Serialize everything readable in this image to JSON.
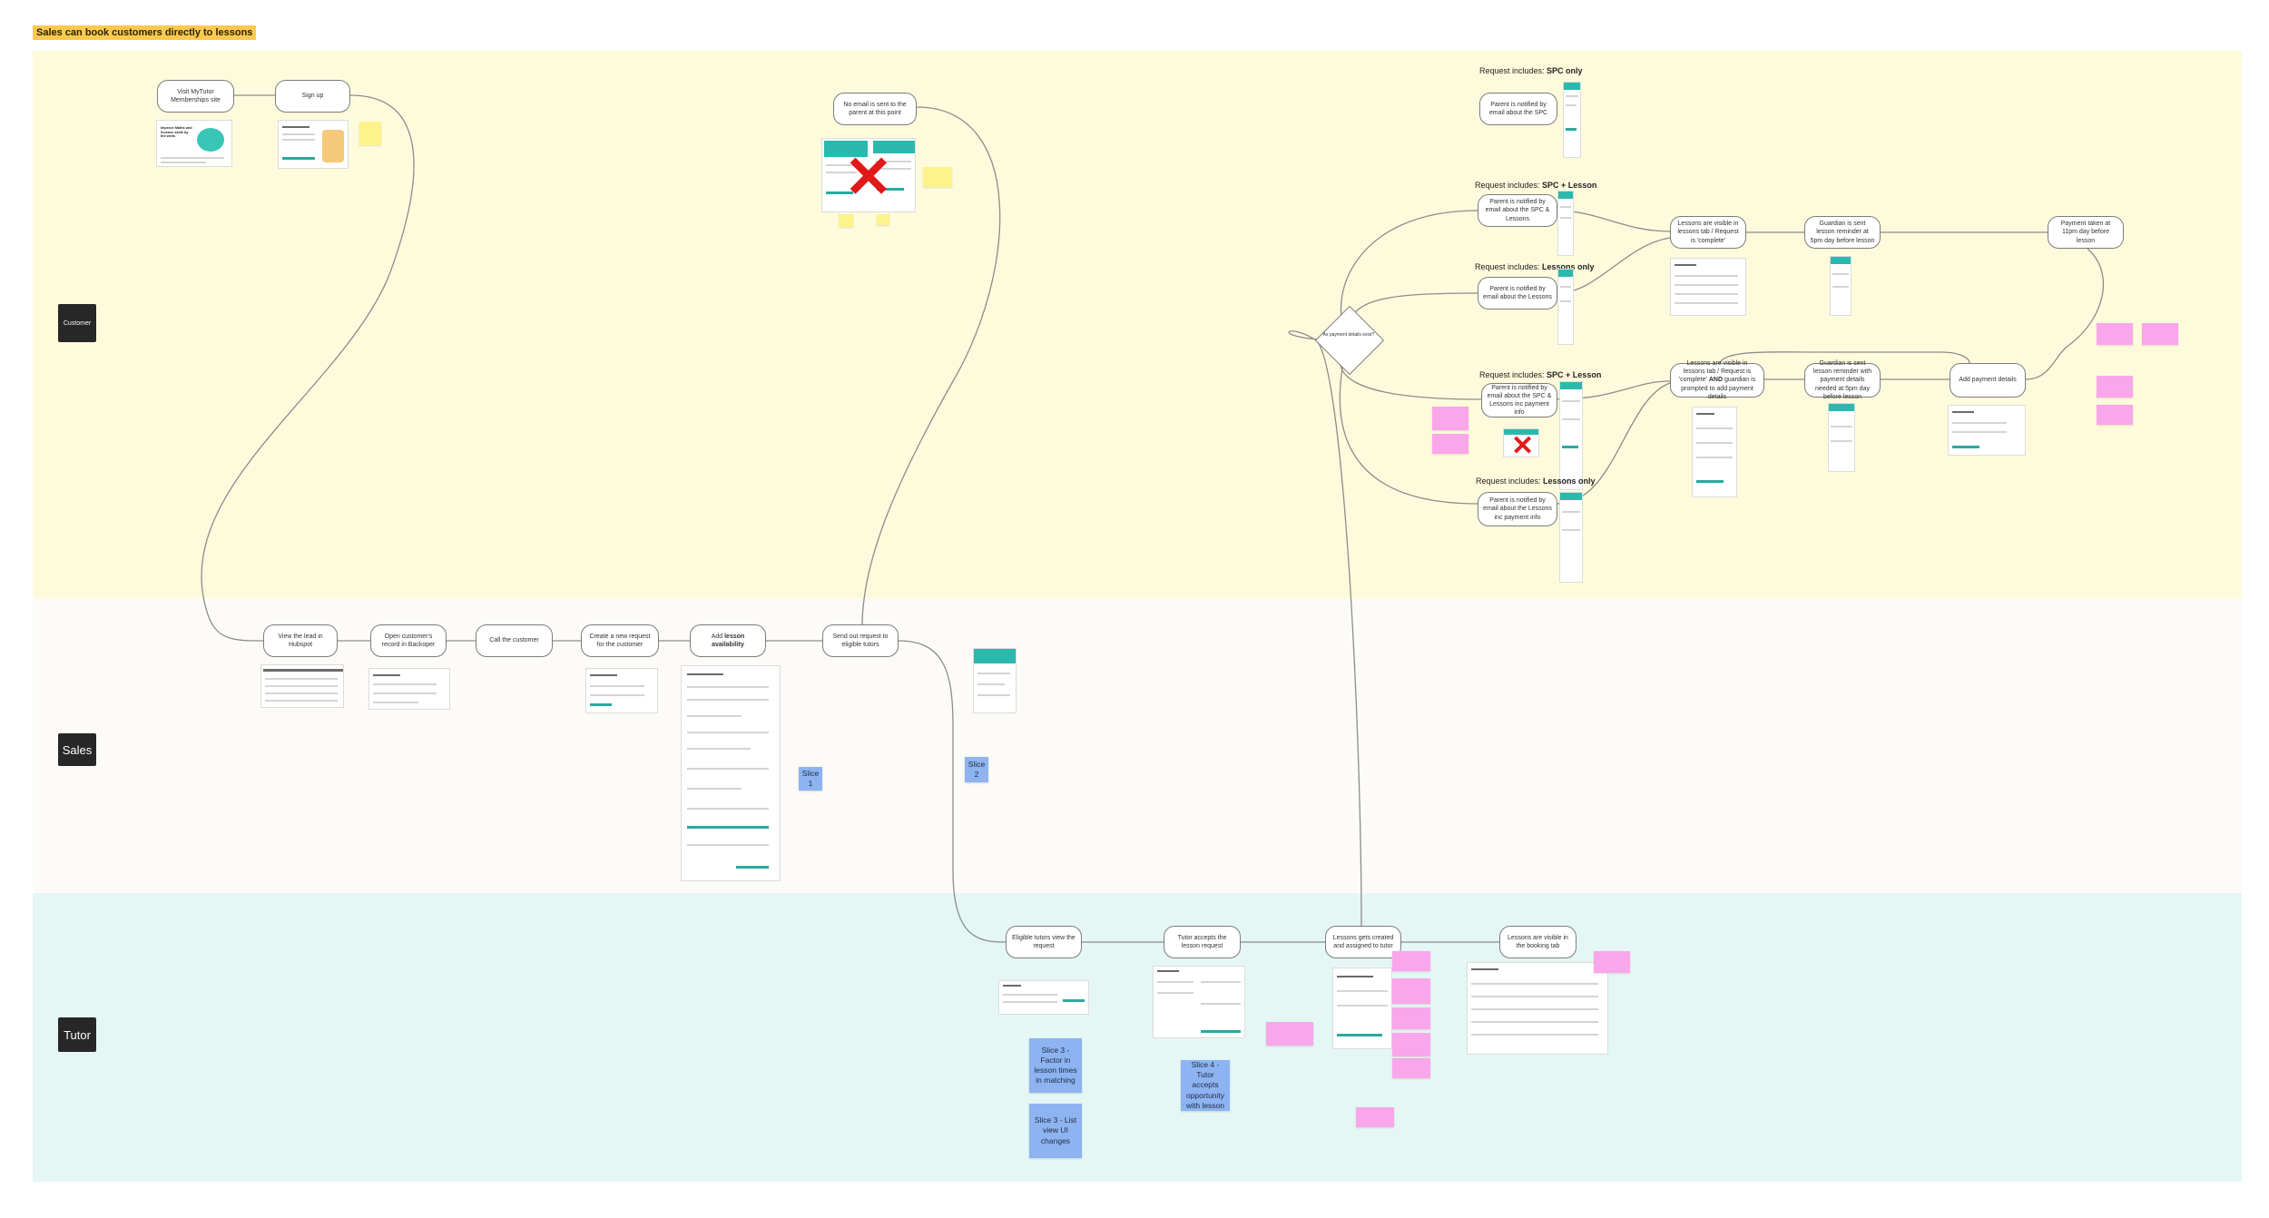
{
  "board": {
    "title": "Sales can book customers directly to lessons"
  },
  "lanes": {
    "customer": "Customer",
    "sales": "Sales",
    "tutor": "Tutor"
  },
  "customer": {
    "visit_site": "Visit MyTutor Memberships site",
    "sign_up": "Sign up",
    "landing_headline": "Improve Maths and Science skills by the week",
    "no_email": "No email is sent to the parent at this point",
    "spc_only_label_pre": "Request includes: ",
    "spc_only_label_b": "SPC only",
    "notify_spc": "Parent is notified by email about the SPC",
    "spc_lesson_label_b": "SPC + Lesson",
    "notify_spc_lessons": "Parent is notified by email about the SPC & Lessons",
    "lessons_only_label_b": "Lessons only",
    "notify_lessons": "Parent is notified by email about the Lessons",
    "lessons_visible": "Lessons are visible in lessons tab / Request is 'complete'",
    "guardian_reminder": "Guardian is sent lesson reminder at 5pm day before lesson",
    "payment_taken": "Payment taken at 11pm day before lesson",
    "payment_decision": "As payment details exist?",
    "notify_spc_lessons_pay": "Parent is notified by email about the SPC & Lessons inc payment info",
    "notify_lessons_pay": "Parent is notified by email about the Lessons inc payment info",
    "lessons_visible_prompt_1": "Lessons are visible in lessons tab / Request is 'complete'",
    "lessons_visible_prompt_and": "AND",
    "lessons_visible_prompt_2": "guardian is prompted to add payment details",
    "guardian_payment_needed": "Guardian is sent lesson reminder with payment details needed at 5pm day before lesson",
    "add_payment": "Add payment details"
  },
  "sales": {
    "view_lead": "View the lead in Hubspot",
    "open_record": "Open customer's record in Backoper",
    "call_customer": "Call the customer",
    "create_request": "Create a new request for the customer",
    "add_availability_pre": "Add ",
    "add_availability_b": "lesson availability",
    "send_request": "Send out request to eligible tutors"
  },
  "tutor": {
    "view_request": "Eligible tutors view the request",
    "accept_request": "Tutor accepts the lesson request",
    "lessons_created": "Lessons gets created and assigned to tutor",
    "lessons_booking": "Lessons are visible in the booking tab"
  },
  "slices": {
    "s1": "Slice 1",
    "s2": "Slice 2",
    "s3a": "Slice 3 - Factor in lesson times in matching",
    "s3b": "Slice 3 - List view UI changes",
    "s4": "Slice 4 - Tutor accepts opportunity with lesson"
  },
  "colors": {
    "customer_lane": "#fefbdc",
    "sales_lane": "#fcfbf8",
    "tutor_lane": "#e5f7f4",
    "title_highlight": "#fcc94f",
    "slice": "#8db4f1",
    "sticky_pink": "#f9a6ea",
    "sticky_yellow": "#fdf38a",
    "brand_teal": "#2bb9ad"
  }
}
